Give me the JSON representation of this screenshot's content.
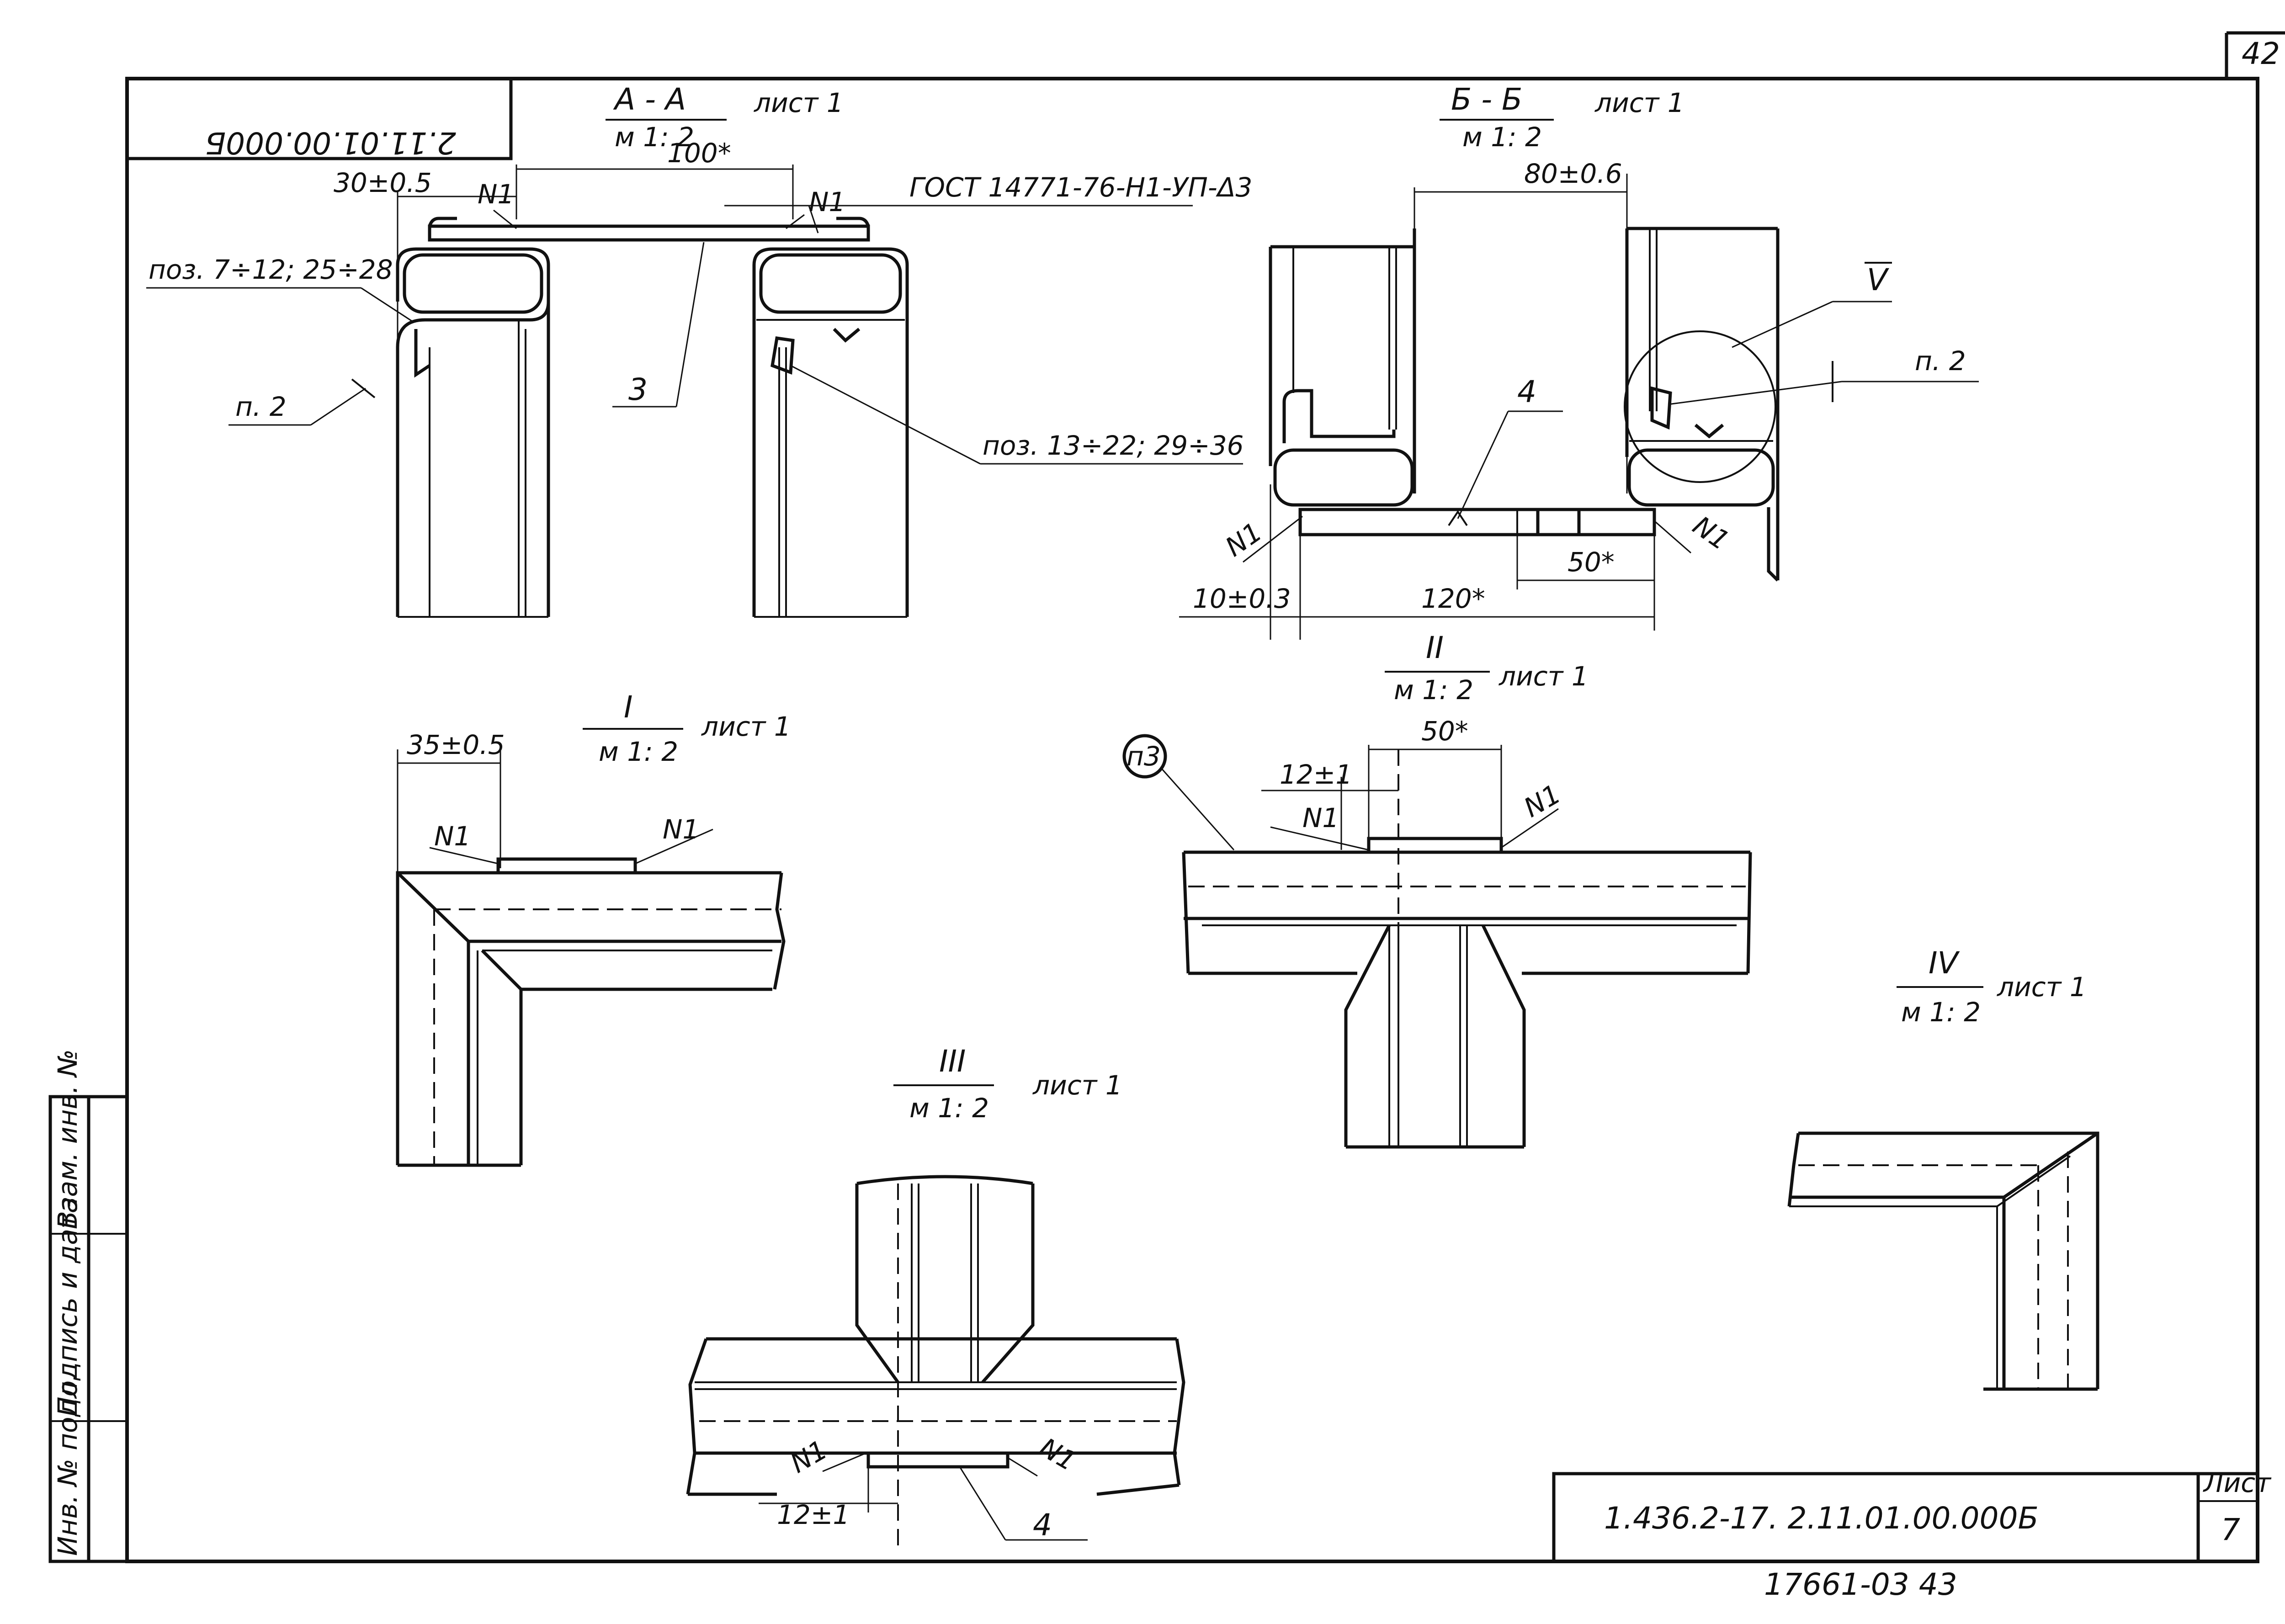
{
  "stamp": {
    "code_mirrored": "2.11.01.00.000Б",
    "sheet_corner_number": "42",
    "title_code": "1.436.2-17. 2.11.01.00.000Б",
    "sheet_label": "Лист",
    "sheet_number": "7",
    "archive_number": "17661-03 43",
    "side_columns": [
      "Инв. № подл.",
      "Подпись и дата",
      "Взам. инв. №"
    ]
  },
  "views": {
    "aa": {
      "title": "А - А",
      "sheet_ref": "лист 1",
      "scale": "м 1: 2",
      "dim_gap": "100*",
      "dim_edge": "30±0.5",
      "gost": "ГОСТ 14771-76-Н1-УП-Δ3",
      "pos_left": "поз. 7÷12; 25÷28",
      "pos_right": "поз. 13÷22; 29÷36",
      "item": "3",
      "weld_left": "N1",
      "weld_right": "N1",
      "note": "п. 2"
    },
    "bb": {
      "title": "Б - Б",
      "sheet_ref": "лист 1",
      "scale": "м 1: 2",
      "dim_gap": "80±0.6",
      "item": "4",
      "weld_left": "N1",
      "weld_right": "N1",
      "dim_plate": "50*",
      "dim_edge": "10±0.3",
      "dim_total": "120*",
      "callout": "V",
      "note": "п. 2"
    },
    "i": {
      "title": "I",
      "sheet_ref": "лист 1",
      "scale": "м 1: 2",
      "dim": "35±0.5",
      "weld_left": "N1",
      "weld_right": "N1"
    },
    "ii": {
      "title": "II",
      "sheet_ref": "лист 1",
      "scale": "м 1: 2",
      "dim_plate": "50*",
      "dim_offset": "12±1",
      "weld_left": "N1",
      "weld_right": "N1",
      "ref": "п3"
    },
    "iii": {
      "title": "III",
      "sheet_ref": "лист 1",
      "scale": "м 1: 2",
      "dim_offset": "12±1",
      "weld_left": "N1",
      "weld_right": "N1",
      "item": "4"
    },
    "iv": {
      "title": "IV",
      "sheet_ref": "лист 1",
      "scale": "м 1: 2"
    }
  }
}
